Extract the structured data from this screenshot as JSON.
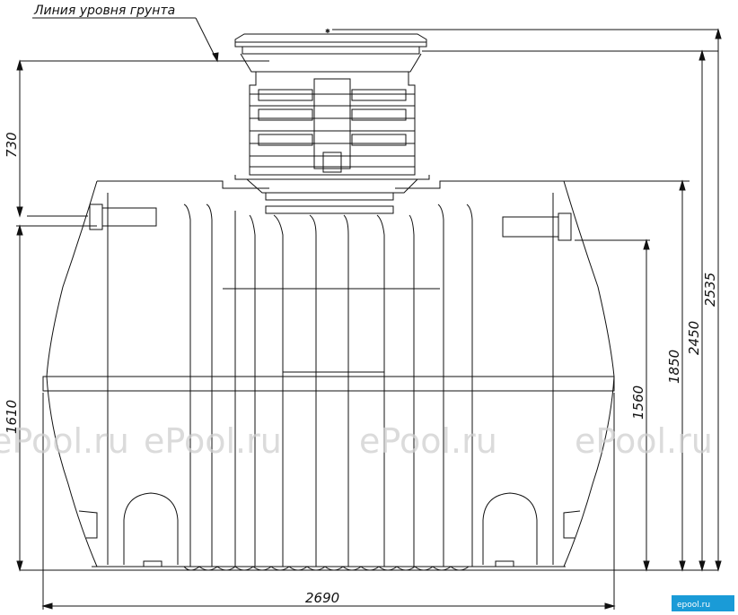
{
  "ground_label": "Линия уровня грунта",
  "dimensions": {
    "d730": "730",
    "d1610": "1610",
    "d2690": "2690",
    "d1560": "1560",
    "d1850": "1850",
    "d2450": "2450",
    "d2535": "2535"
  },
  "watermark": "ePool.ru",
  "logo": "epool.ru",
  "colors": {
    "line": "#111111",
    "watermark": "#cfcfcf",
    "logo_bg": "#1a9bd7"
  }
}
